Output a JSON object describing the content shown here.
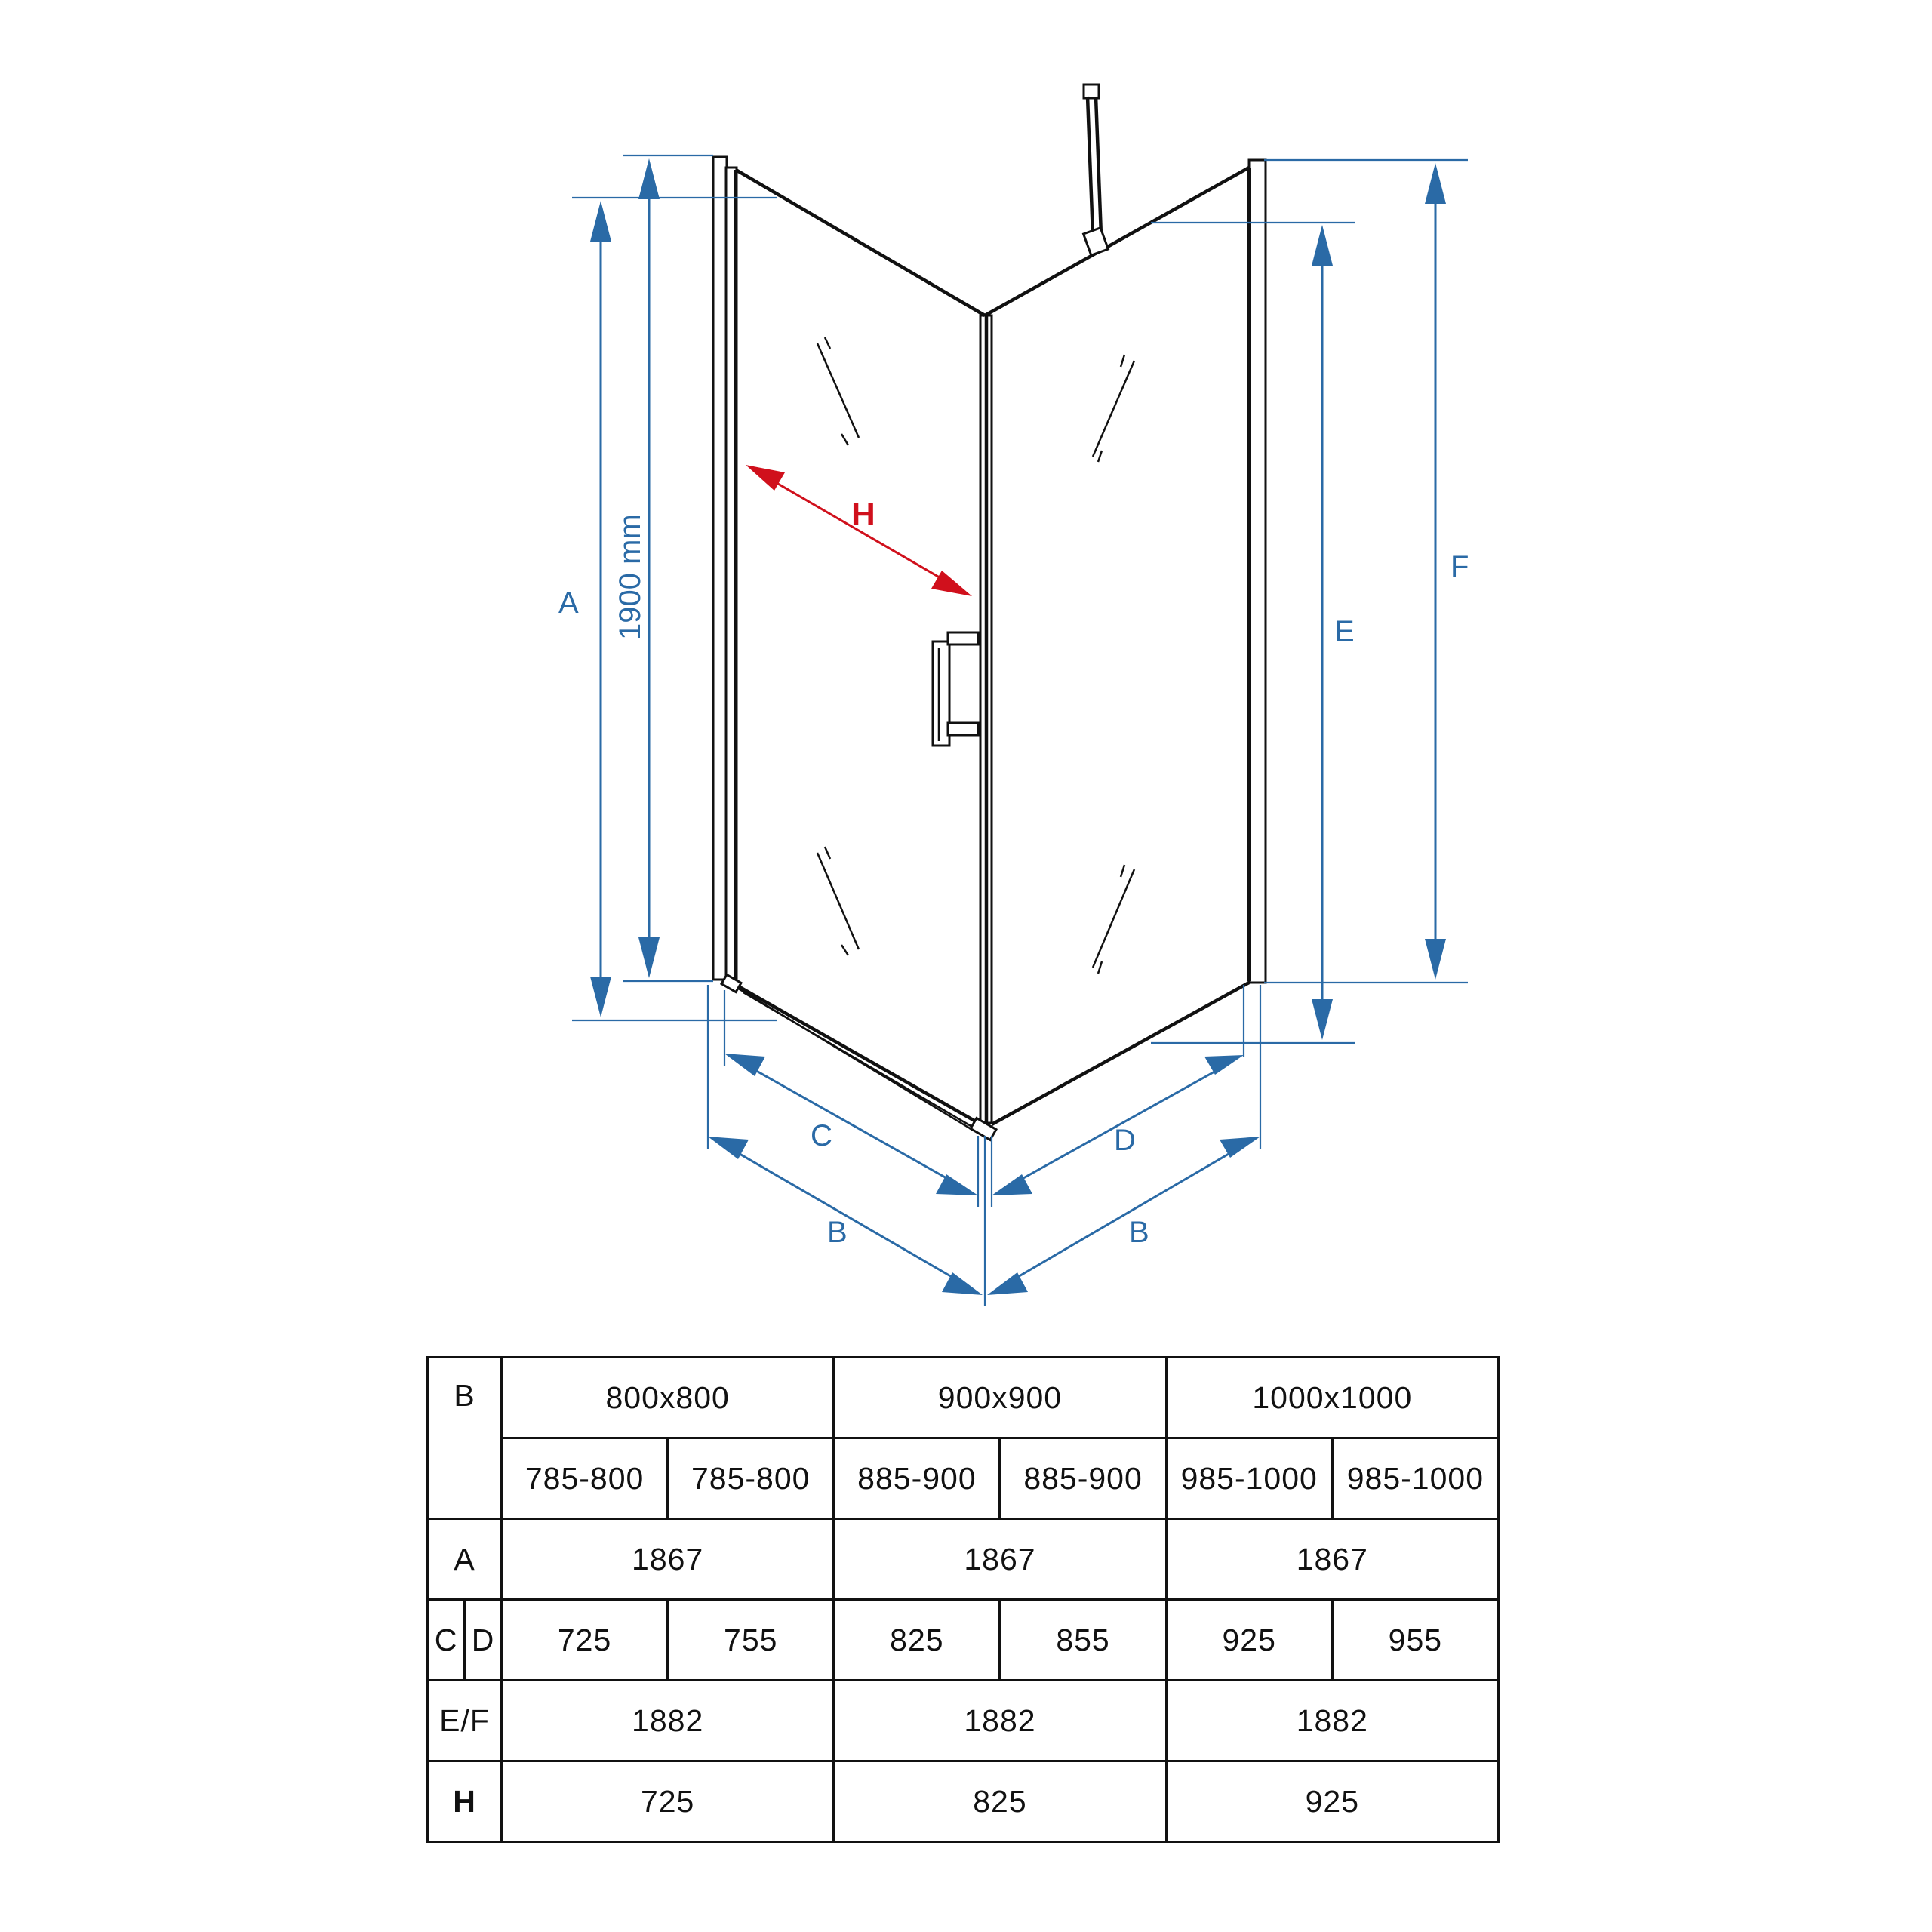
{
  "labels": {
    "A": "A",
    "height": "1900 mm",
    "H": "H",
    "C": "C",
    "D": "D",
    "B_left": "B",
    "B_right": "B",
    "E": "E",
    "F": "F"
  },
  "colors": {
    "dimension": "#2a6aa6",
    "highlight": "#d0101c",
    "line": "#111111"
  },
  "table": {
    "b_label": "B",
    "sizes": [
      "800x800",
      "900x900",
      "1000x1000"
    ],
    "ranges": [
      "785-800",
      "785-800",
      "885-900",
      "885-900",
      "985-1000",
      "985-1000"
    ],
    "a_label": "A",
    "a_values": [
      "1867",
      "1867",
      "1867"
    ],
    "c_label": "C",
    "d_label": "D",
    "cd_values": [
      "725",
      "755",
      "825",
      "855",
      "925",
      "955"
    ],
    "ef_label": "E/F",
    "ef_values": [
      "1882",
      "1882",
      "1882"
    ],
    "h_label": "H",
    "h_values": [
      "725",
      "825",
      "925"
    ]
  }
}
